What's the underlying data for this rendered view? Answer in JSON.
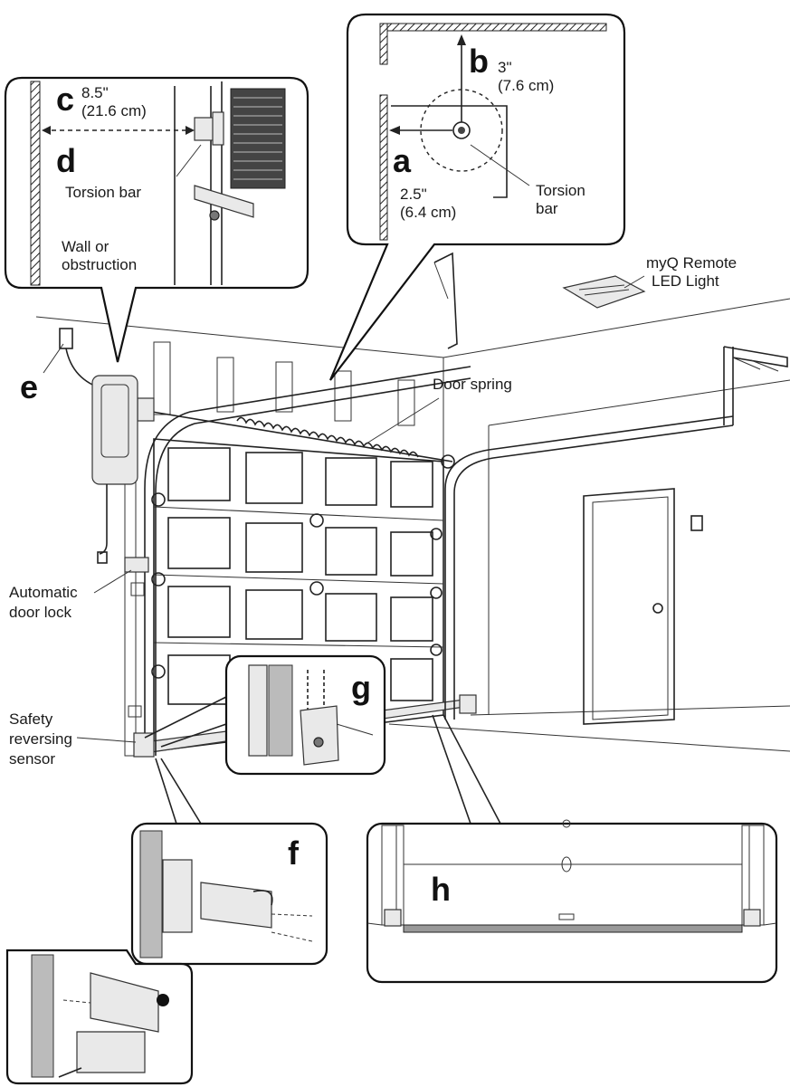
{
  "labels": {
    "c_measure": "8.5\"",
    "c_metric": "(21.6 cm)",
    "torsion_bar_left": "Torsion bar",
    "wall_line1": "Wall or",
    "wall_line2": "obstruction",
    "b_measure": "3\"",
    "b_metric": "(7.6 cm)",
    "a_measure": "2.5\"",
    "a_metric": "(6.4 cm)",
    "torsion_right_line1": "Torsion",
    "torsion_right_line2": "bar",
    "remote_light_line1": "myQ Remote",
    "remote_light_line2": "LED Light",
    "door_spring": "Door spring",
    "door_lock_line1": "Automatic",
    "door_lock_line2": "door lock",
    "sensor_line1": "Safety",
    "sensor_line2": "reversing",
    "sensor_line3": "sensor"
  },
  "letters": {
    "a": "a",
    "b": "b",
    "c": "c",
    "d": "d",
    "e": "e",
    "f": "f",
    "g": "g",
    "h": "h"
  }
}
